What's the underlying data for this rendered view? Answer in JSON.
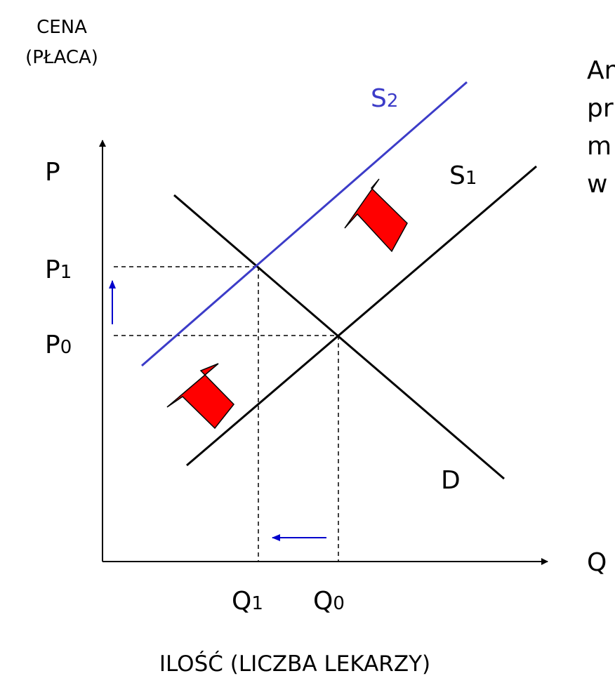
{
  "axis_labels": {
    "y_line1": "CENA",
    "y_line2": "(PŁACA)",
    "y_symbol": "P",
    "x_symbol": "Q",
    "x_caption": "ILOŚĆ (LICZBA LEKARZY)"
  },
  "price_ticks": {
    "p1_main": "P",
    "p1_sub": "1",
    "p0_main": "P",
    "p0_sub": "0"
  },
  "quantity_ticks": {
    "q1_main": "Q",
    "q1_sub": "1",
    "q0_main": "Q",
    "q0_sub": "0"
  },
  "curves": {
    "s1_main": "S",
    "s1_sub": "1",
    "s2_main": "S",
    "s2_sub": "2",
    "d": "D"
  },
  "side_text": [
    "An",
    "pr",
    "m",
    "w"
  ],
  "colors": {
    "axis": "#000000",
    "supply_original": "#000000",
    "supply_shifted": "#3c3cc8",
    "demand": "#000000",
    "shift_arrows": "#ff0000",
    "change_arrows": "#0000cc"
  }
}
